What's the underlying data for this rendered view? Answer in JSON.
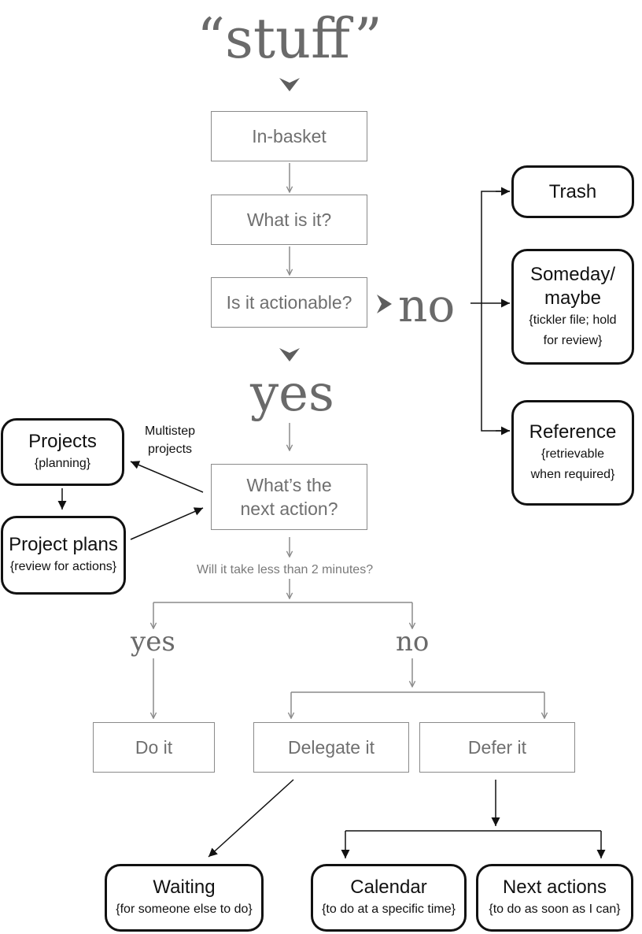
{
  "title": "“stuff”",
  "boxes": {
    "in_basket": "In-basket",
    "what_is_it": "What is it?",
    "actionable": "Is it actionable?",
    "next_action": [
      "What’s the",
      "next action?"
    ],
    "do_it": "Do it",
    "delegate_it": "Delegate it",
    "defer_it": "Defer it"
  },
  "labels": {
    "no_main": "no",
    "yes_main": "yes",
    "yes_small": "yes",
    "no_small": "no",
    "two_minutes": "Will it take less than 2 minutes?",
    "multistep": [
      "Multistep",
      "projects"
    ]
  },
  "outcomes": {
    "trash": {
      "title": "Trash"
    },
    "someday": {
      "title": [
        "Someday/",
        "maybe"
      ],
      "note": [
        "{tickler file; hold",
        "for review}"
      ]
    },
    "reference": {
      "title": "Reference",
      "note": [
        "{retrievable",
        "when required}"
      ]
    },
    "projects": {
      "title": "Projects",
      "note": "{planning}"
    },
    "project_plans": {
      "title": "Project plans",
      "note": "{review for actions}"
    },
    "waiting": {
      "title": "Waiting",
      "note": "{for someone else to do}"
    },
    "calendar": {
      "title": "Calendar",
      "note": "{to do at a specific time}"
    },
    "next_actions": {
      "title": "Next actions",
      "note": "{to do as soon as I can}"
    }
  },
  "colors": {
    "gray": "#8a8a8a",
    "black": "#111111",
    "text_gray": "#6f6f6f"
  }
}
